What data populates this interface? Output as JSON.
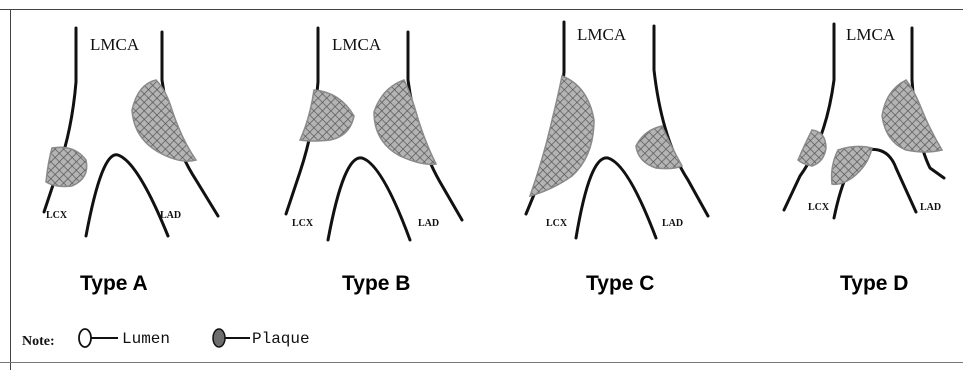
{
  "panels": [
    {
      "lmca": "LMCA",
      "lcx": "LCX",
      "lad": "LAD",
      "title": "Type A"
    },
    {
      "lmca": "LMCA",
      "lcx": "LCX",
      "lad": "LAD",
      "title": "Type B"
    },
    {
      "lmca": "LMCA",
      "lcx": "LCX",
      "lad": "LAD",
      "title": "Type C"
    },
    {
      "lmca": "LMCA",
      "lcx": "LCX",
      "lad": "LAD",
      "title": "Type D"
    }
  ],
  "legend": {
    "note": "Note:",
    "lumen": "Lumen",
    "plaque": "Plaque"
  },
  "colors": {
    "vessel": "#111111",
    "plaque": "#9a9a9a",
    "legend_plaque": "#6e6e6e"
  }
}
